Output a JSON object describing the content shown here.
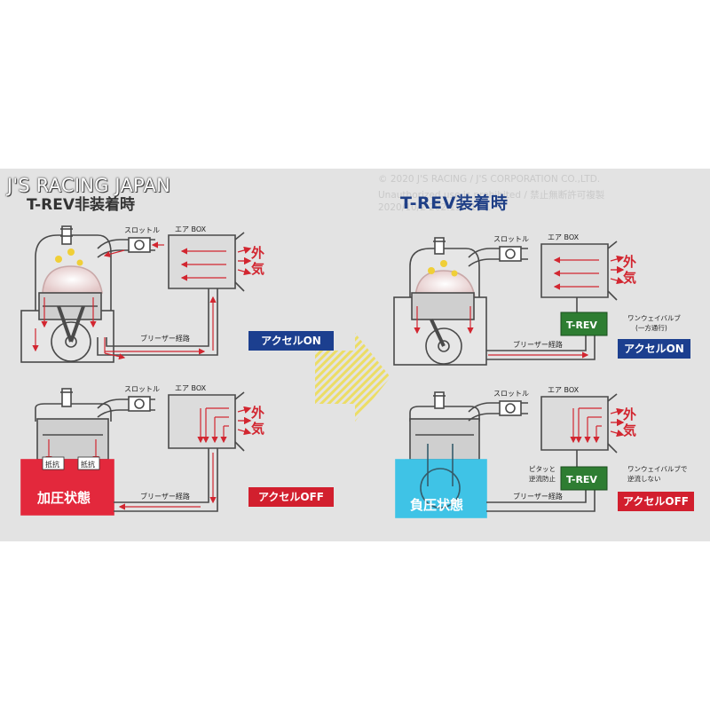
{
  "watermark": {
    "brand": "J'S RACING JAPAN",
    "copyright": "© 2020 J'S RACING / J'S CORPORATION CO.,LTD.",
    "unauthorized": "Unauthorized use is prohibited / 禁止無断許可複製",
    "code": "2020/10/2 202.194.135."
  },
  "titles": {
    "without": "T-REV非装着時",
    "with": "T-REV装着時"
  },
  "labels": {
    "throttle": "スロットル",
    "airbox": "エア BOX",
    "outside1": "外",
    "outside2": "気",
    "breather": "ブリーザー経路",
    "resist": "抵抗",
    "pressurized": "加圧状態",
    "negative": "負圧状態",
    "trev": "T-REV",
    "oneway_on_1": "ワンウェイバルブ",
    "oneway_on_2": "(一方通行)",
    "oneway_off_1": "ワンウェイバルブで",
    "oneway_off_2": "逆流しない",
    "stop_1": "ピタッと",
    "stop_2": "逆流防止"
  },
  "badges": {
    "accel_on": "アクセルON",
    "accel_off": "アクセルOFF"
  },
  "colors": {
    "flow_red": "#d22630",
    "pressure_red": "#e3283c",
    "vacuum_blue": "#3fc3e6",
    "trev_green": "#2e7d32",
    "title_blue": "#1f3f86",
    "arrow_yellow": "#ecdd66"
  }
}
